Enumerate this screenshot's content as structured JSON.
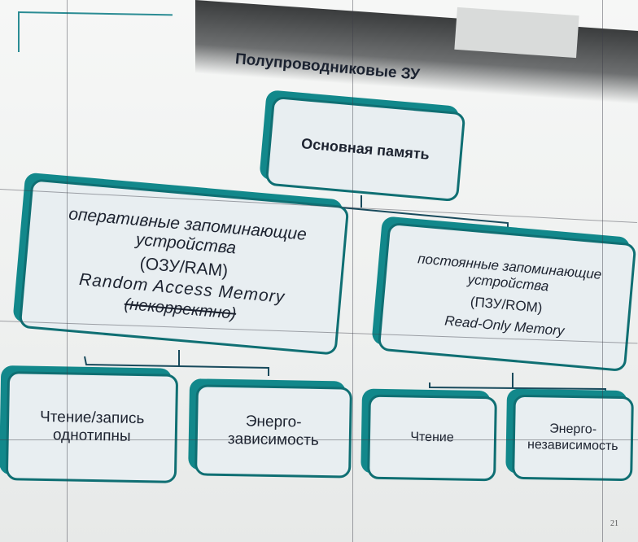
{
  "title": "Полупроводниковые ЗУ",
  "main": "Основная память",
  "ram": {
    "line1": "оперативные запоминающие",
    "line1b": "устройства",
    "abbr": "(ОЗУ/RAM)",
    "english": "Random Access Memory",
    "note": "(некорректно)"
  },
  "rom": {
    "line1": "постоянные запоминающие",
    "line1b": "устройства",
    "abbr": "(ПЗУ/ROM)",
    "english": "Read-Only Memory"
  },
  "leaves": {
    "rw_1": "Чтение/запись",
    "rw_2": "однотипны",
    "vol_1": "Энерго-",
    "vol_2": "зависимость",
    "read": "Чтение",
    "nvol_1": "Энерго-",
    "nvol_2": "независимость"
  },
  "page_number": "21",
  "colors": {
    "box_border": "#0f6f73",
    "box_shadow": "#12888b",
    "box_fill": "#e8eef1"
  }
}
